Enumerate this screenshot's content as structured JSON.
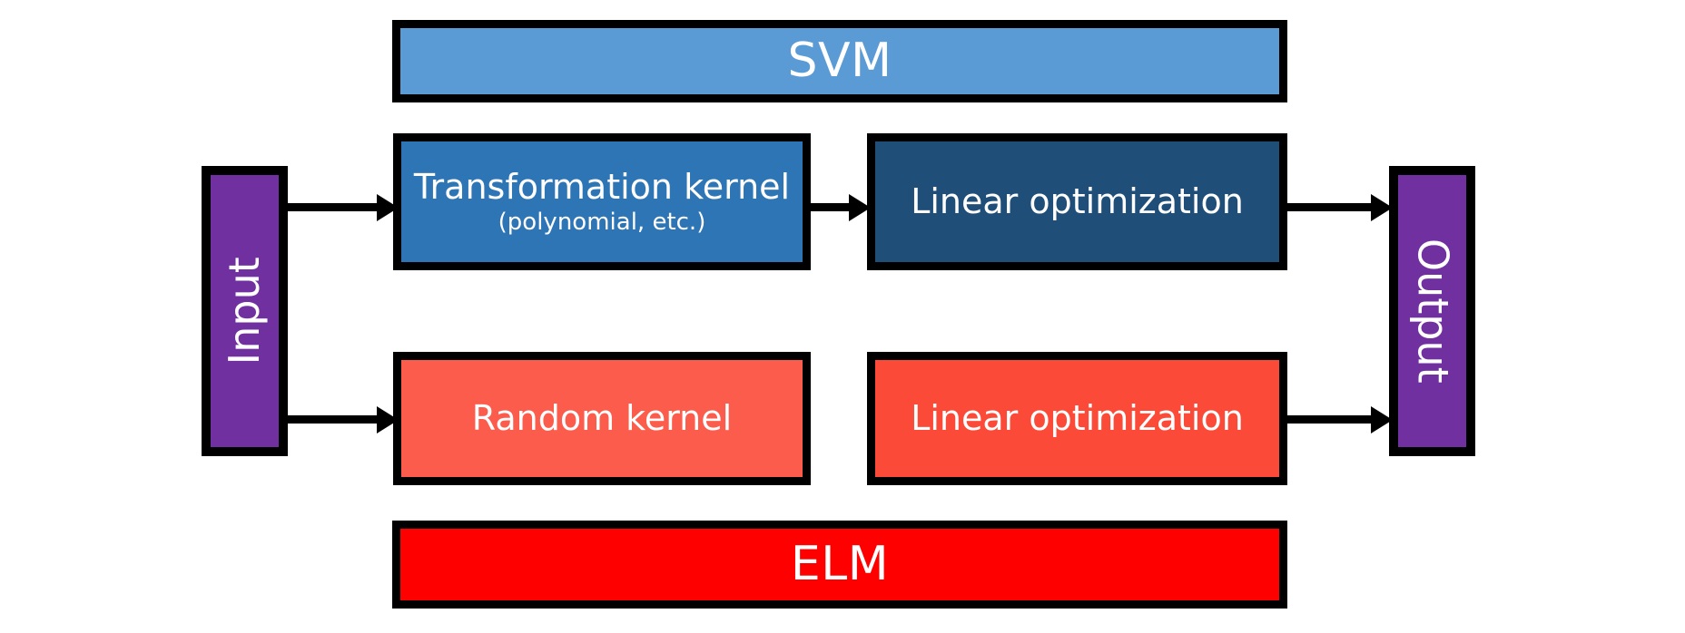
{
  "diagram": {
    "title": "SVM vs ELM architecture comparison",
    "colors": {
      "svm_banner": "#5b9bd5",
      "transformation_kernel": "#2e75b6",
      "linear_optimization_svm": "#1f4e79",
      "random_kernel": "#fc5c4c",
      "linear_optimization_elm": "#fb4b38",
      "elm_banner": "#ff0000",
      "io_block": "#7030a0",
      "border": "#000000",
      "label_text": "#ffffff",
      "background": "#ffffff"
    },
    "banners": {
      "top": {
        "label": "SVM"
      },
      "bottom": {
        "label": "ELM"
      }
    },
    "io": {
      "input": {
        "label": "Input",
        "orientation": "rotated-ccw"
      },
      "output": {
        "label": "Output",
        "orientation": "rotated-cw"
      }
    },
    "rows": [
      {
        "name": "svm-row",
        "nodes": [
          {
            "label": "Transformation kernel",
            "sublabel": "(polynomial, etc.)"
          },
          {
            "label": "Linear optimization",
            "sublabel": ""
          }
        ]
      },
      {
        "name": "elm-row",
        "nodes": [
          {
            "label": "Random kernel",
            "sublabel": ""
          },
          {
            "label": "Linear optimization",
            "sublabel": ""
          }
        ]
      }
    ],
    "arrows": [
      {
        "name": "input-to-transformation-kernel",
        "glyph": "arrow-right-icon"
      },
      {
        "name": "transformation-kernel-to-linear-optimization",
        "glyph": "arrow-right-icon"
      },
      {
        "name": "linear-optimization-to-output",
        "glyph": "arrow-right-icon"
      },
      {
        "name": "input-to-random-kernel",
        "glyph": "arrow-right-icon"
      },
      {
        "name": "linear-optimization-elm-to-output",
        "glyph": "arrow-right-icon"
      }
    ]
  }
}
